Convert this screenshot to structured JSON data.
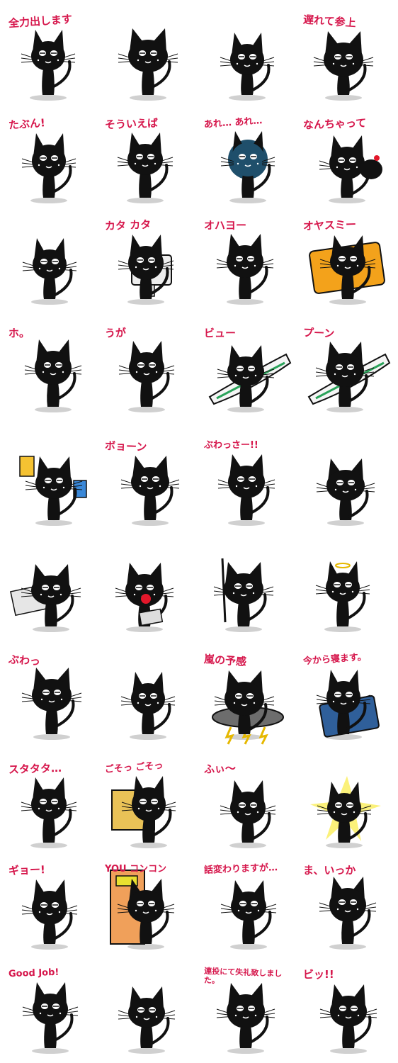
{
  "sticker_sheet": {
    "accent_color": "#d6174c",
    "ink_color": "#111111",
    "stickers": [
      {
        "caption": "全力出します",
        "icon": "cat-swim-ring"
      },
      {
        "caption": "",
        "icon": "cat-dancing"
      },
      {
        "caption": "",
        "icon": "cat-standing"
      },
      {
        "caption": "遅れて参上",
        "icon": "cat-running"
      },
      {
        "caption": "たぶん!",
        "icon": "cat-sitting"
      },
      {
        "caption": "そういえば",
        "icon": "cat-thinking"
      },
      {
        "caption": "あれ… あれ…",
        "icon": "cat-shocked-blue"
      },
      {
        "caption": "なんちゃって",
        "icon": "cat-pair"
      },
      {
        "caption": "",
        "icon": "cat-messy-fur"
      },
      {
        "caption": "カタ カタ",
        "icon": "cat-computer"
      },
      {
        "caption": "オハヨー",
        "icon": "cat-stretching"
      },
      {
        "caption": "オヤスミー",
        "icon": "cat-in-bed"
      },
      {
        "caption": "ホ。",
        "icon": "cat-relieved"
      },
      {
        "caption": "うが",
        "icon": "cat-frustrated"
      },
      {
        "caption": "ビュー",
        "icon": "cat-bullet-train"
      },
      {
        "caption": "プーン",
        "icon": "cat-airplane"
      },
      {
        "caption": "",
        "icon": "cat-drinks"
      },
      {
        "caption": "ボョーン",
        "icon": "cat-bouncing"
      },
      {
        "caption": "ぶわっさー!!",
        "icon": "cat-paper-pile"
      },
      {
        "caption": "",
        "icon": "cat-thumbs-up"
      },
      {
        "caption": "",
        "icon": "cat-newspaper"
      },
      {
        "caption": "",
        "icon": "cat-reading"
      },
      {
        "caption": "",
        "icon": "cat-devil"
      },
      {
        "caption": "",
        "icon": "cat-angel"
      },
      {
        "caption": "ぶわっ",
        "icon": "cat-crying"
      },
      {
        "caption": "",
        "icon": "cat-sulking"
      },
      {
        "caption": "嵐の予感",
        "icon": "cat-storm-cloud"
      },
      {
        "caption": "今から寝ます。",
        "icon": "cat-sleeping"
      },
      {
        "caption": "スタタタ…",
        "icon": "cat-dashing"
      },
      {
        "caption": "ごそっ ごそっ",
        "icon": "cat-rummaging"
      },
      {
        "caption": "ふぃ〜",
        "icon": "cat-sighing"
      },
      {
        "caption": "",
        "icon": "cat-shining"
      },
      {
        "caption": "ギョー!",
        "icon": "cat-alarm-clock"
      },
      {
        "caption": "YOU コンコン",
        "icon": "cat-door-knock"
      },
      {
        "caption": "話変わりますが…",
        "icon": "cat-handstand"
      },
      {
        "caption": "ま、いっか",
        "icon": "cat-shrugging"
      },
      {
        "caption": "Good Job!",
        "icon": "cat-good-job"
      },
      {
        "caption": "",
        "icon": "cat-sitting-calm"
      },
      {
        "caption": "連投にて失礼致しました。",
        "icon": "cat-lying-down"
      },
      {
        "caption": "ビッ!!",
        "icon": "cat-pointing"
      }
    ]
  }
}
